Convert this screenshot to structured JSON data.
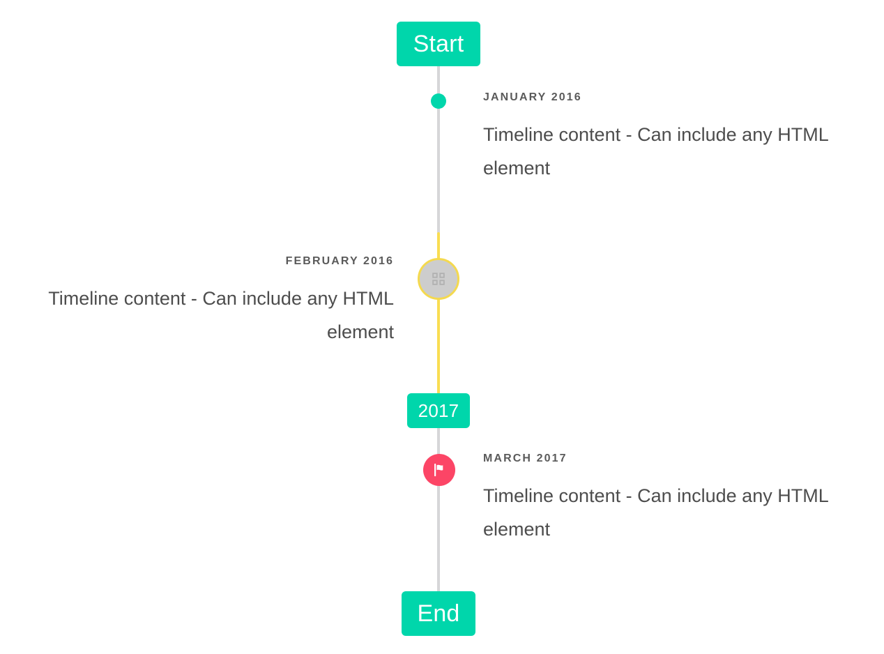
{
  "timeline": {
    "caps": {
      "start_label": "Start",
      "middle_label": "2017",
      "end_label": "End"
    },
    "colors": {
      "accent_teal": "#00d6ab",
      "accent_yellow": "#f9dd52",
      "accent_pink": "#fc4566",
      "rail_gray": "#d6d6d8",
      "marker_gray": "#cdcdcd",
      "date_text": "#5a5a5a",
      "body_text": "#4d4d4d",
      "background": "#ffffff"
    },
    "entries": [
      {
        "id": "january-2016",
        "date": "January 2016",
        "body": "Timeline content - Can include any HTML element",
        "side": "right",
        "marker": "dot-icon",
        "marker_color": "#00d6ab"
      },
      {
        "id": "february-2016",
        "date": "February 2016",
        "body": "Timeline content - Can include any HTML element",
        "side": "left",
        "marker": "broken-image-icon",
        "marker_color": "#f4d94f"
      },
      {
        "id": "march-2017",
        "date": "March 2017",
        "body": "Timeline content - Can include any HTML element",
        "side": "right",
        "marker": "flag-icon",
        "marker_color": "#fc4566"
      }
    ]
  }
}
